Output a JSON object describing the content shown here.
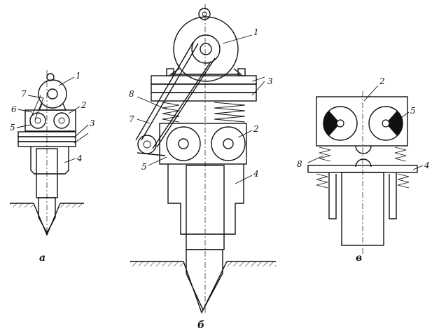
{
  "figure": {
    "captions": {
      "a": "а",
      "b": "б",
      "c": "в"
    },
    "a_labels": [
      "1",
      "7",
      "6",
      "2",
      "5",
      "3",
      "4"
    ],
    "b_labels": [
      "1",
      "3",
      "8",
      "7",
      "2",
      "5",
      "4"
    ],
    "c_labels": [
      "2",
      "5",
      "8",
      "4"
    ]
  }
}
